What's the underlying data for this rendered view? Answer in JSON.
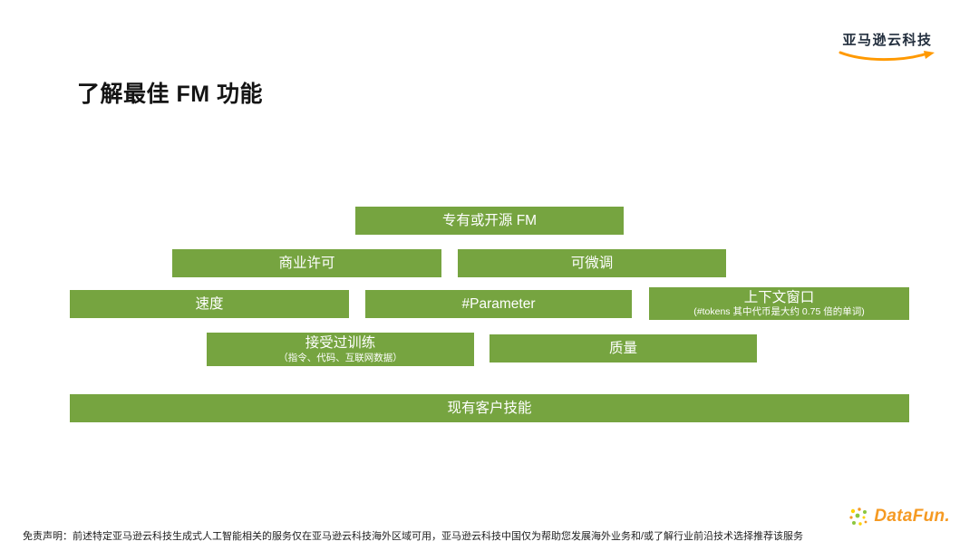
{
  "header": {
    "brand": "亚马逊云科技",
    "title": "了解最佳 FM 功能"
  },
  "diagram": {
    "box_color": "#76A440",
    "rows": [
      {
        "boxes": [
          {
            "label": "专有或开源 FM"
          }
        ]
      },
      {
        "boxes": [
          {
            "label": "商业许可"
          },
          {
            "label": "可微调"
          }
        ]
      },
      {
        "boxes": [
          {
            "label": "速度"
          },
          {
            "label": "#Parameter"
          },
          {
            "label": "上下文窗口",
            "sublabel": "(#tokens 其中代币是大约 0.75 倍的单词)"
          }
        ]
      },
      {
        "boxes": [
          {
            "label": "接受过训练",
            "sublabel": "（指令、代码、互联网数据）"
          },
          {
            "label": "质量"
          }
        ]
      },
      {
        "boxes": [
          {
            "label": "现有客户技能"
          }
        ]
      }
    ]
  },
  "footer": {
    "disclaimer": "免责声明：前述特定亚马逊云科技生成式人工智能相关的服务仅在亚马逊云科技海外区域可用，亚马逊云科技中国仅为帮助您发展海外业务和/或了解行业前沿技术选择推荐该服务",
    "logo_text": "DataFun.",
    "accent_orange": "#F59A23",
    "aws_smile_orange": "#FF9900"
  }
}
